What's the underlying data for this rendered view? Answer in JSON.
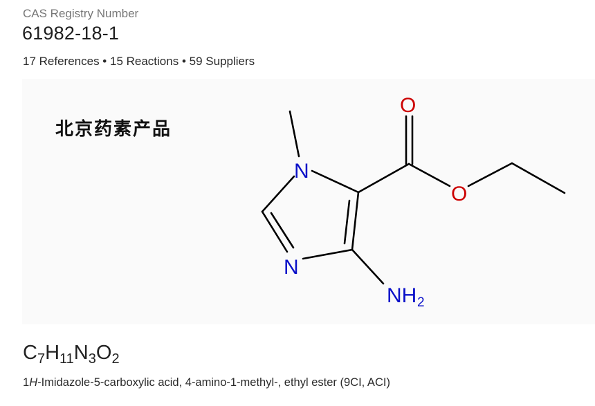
{
  "header": {
    "label": "CAS Registry Number",
    "cas_number": "61982-18-1"
  },
  "stats": {
    "references": "17 References",
    "separator1": " • ",
    "reactions": "15 Reactions",
    "separator2": " • ",
    "suppliers": "59 Suppliers"
  },
  "structure_panel": {
    "watermark": "北京药素产品",
    "atoms": {
      "n1": "N",
      "n3": "N",
      "o_carbonyl": "O",
      "o_ester": "O",
      "nh2_main": "NH",
      "nh2_sub": "2"
    },
    "colors": {
      "nitrogen": "#0a10c8",
      "oxygen": "#cc0000",
      "bond": "#000000",
      "background": "#fafafa"
    }
  },
  "formula": {
    "parts": [
      {
        "el": "C",
        "n": "7"
      },
      {
        "el": "H",
        "n": "11"
      },
      {
        "el": "N",
        "n": "3"
      },
      {
        "el": "O",
        "n": "2"
      }
    ]
  },
  "name": {
    "prefix": "1",
    "italic": "H",
    "rest": "-Imidazole-5-carboxylic acid, 4-amino-1-methyl-, ethyl ester (9CI, ACI)"
  }
}
